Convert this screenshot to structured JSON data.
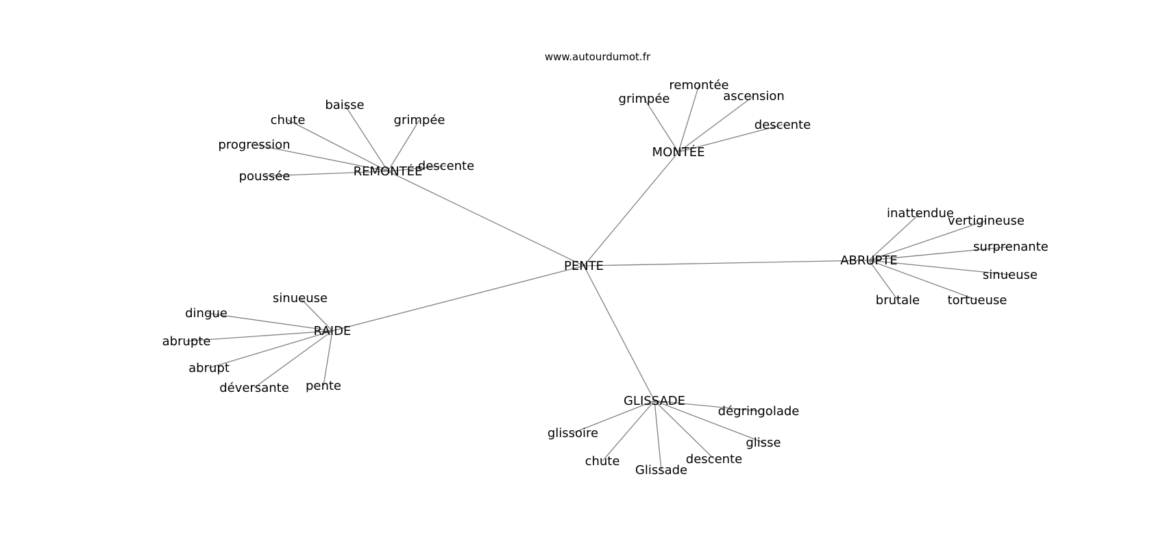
{
  "source": "www.autourdumot.fr",
  "center": "PENTE",
  "branches": [
    {
      "word": "MONTÉE",
      "children": [
        "grimpée",
        "remontée",
        "ascension",
        "descente"
      ]
    },
    {
      "word": "REMONTÉE",
      "children": [
        "chute",
        "baisse",
        "grimpée",
        "progression",
        "descente",
        "poussée"
      ]
    },
    {
      "word": "ABRUPTE",
      "children": [
        "inattendue",
        "vertigineuse",
        "surprenante",
        "sinueuse",
        "brutale",
        "tortueuse"
      ]
    },
    {
      "word": "RAIDE",
      "children": [
        "sinueuse",
        "dingue",
        "abrupte",
        "abrupt",
        "déversante",
        "pente"
      ]
    },
    {
      "word": "GLISSADE",
      "children": [
        "dégringolade",
        "glissoire",
        "glisse",
        "chute",
        "descente",
        "Glissade"
      ]
    }
  ]
}
